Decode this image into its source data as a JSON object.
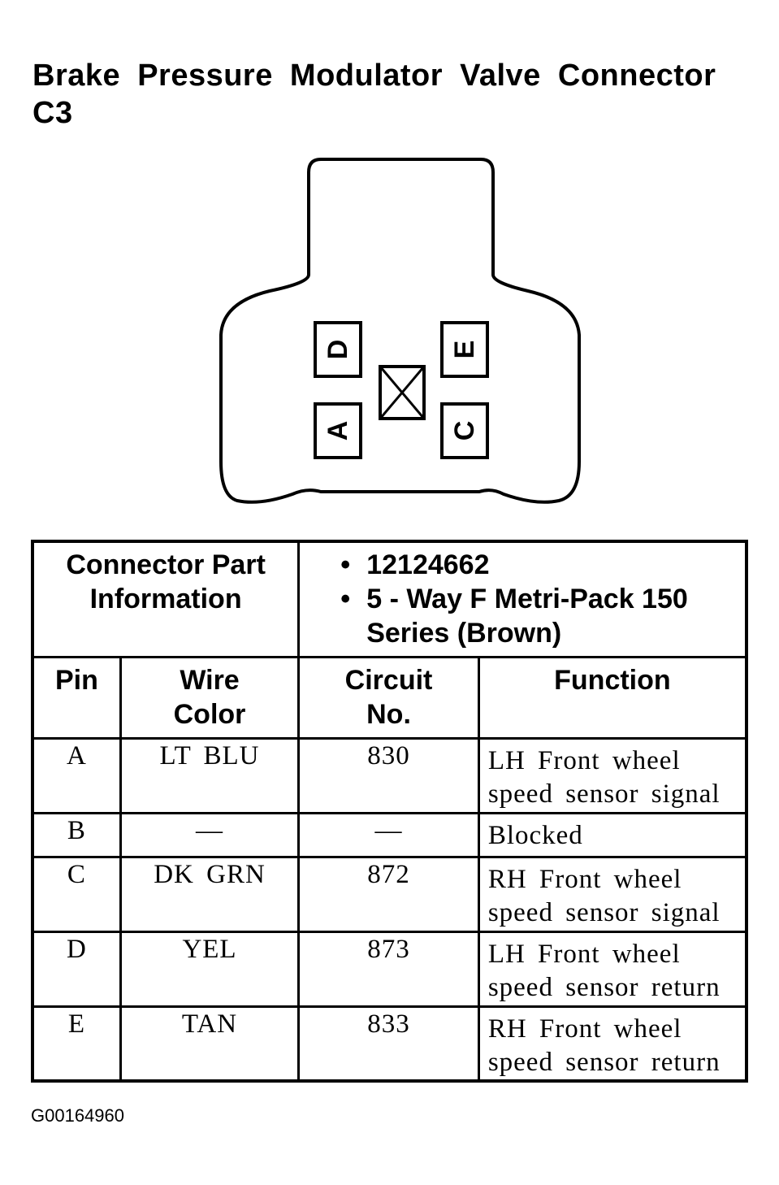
{
  "title": "Brake Pressure Modulator Valve Connector C3",
  "connector": {
    "cavities": [
      "D",
      "E",
      "A",
      "C"
    ],
    "blocked_cavity": "B"
  },
  "part_info": {
    "label": "Connector Part Information",
    "items": [
      "12124662",
      "5 - Way F Metri-Pack 150 Series (Brown)"
    ],
    "bullet": "•"
  },
  "columns": [
    "Pin",
    "Wire Color",
    "Circuit No.",
    "Function"
  ],
  "rows": [
    {
      "pin": "A",
      "wire_color": "LT BLU",
      "circuit": "830",
      "function": "LH Front wheel speed sensor signal"
    },
    {
      "pin": "B",
      "wire_color": "—",
      "circuit": "—",
      "function": "Blocked"
    },
    {
      "pin": "C",
      "wire_color": "DK GRN",
      "circuit": "872",
      "function": "RH Front wheel speed sensor signal"
    },
    {
      "pin": "D",
      "wire_color": "YEL",
      "circuit": "873",
      "function": "LH Front wheel speed sensor return"
    },
    {
      "pin": "E",
      "wire_color": "TAN",
      "circuit": "833",
      "function": "RH Front wheel speed sensor return"
    }
  ],
  "footer_id": "G00164960"
}
